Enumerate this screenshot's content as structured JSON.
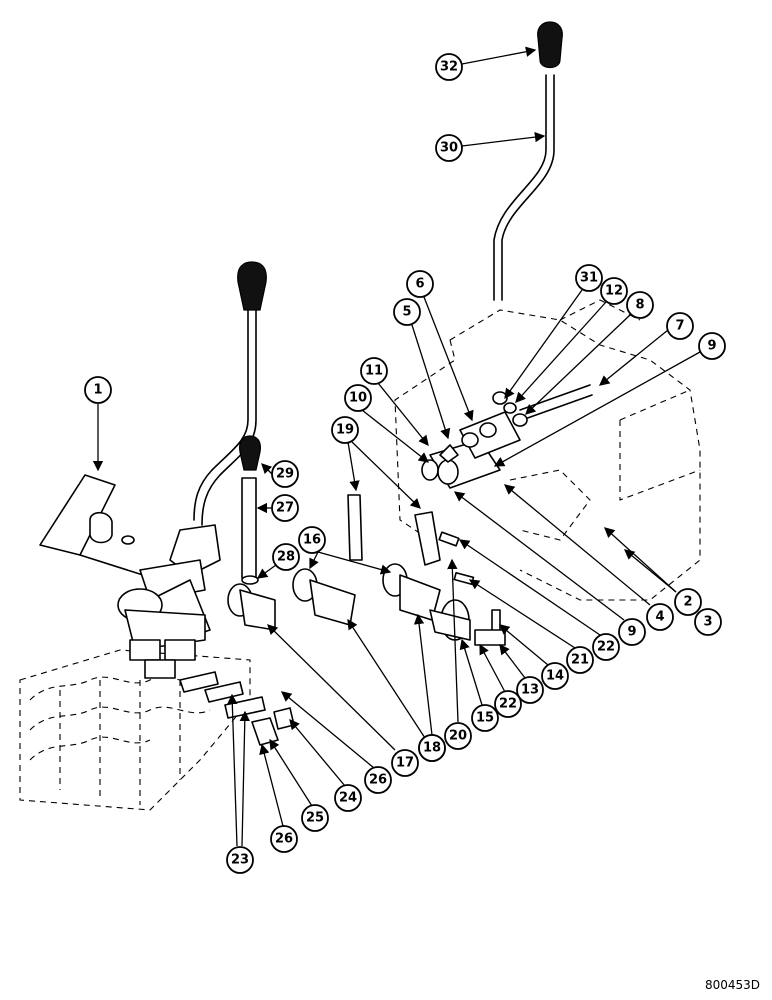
{
  "drawing_code": "800453D",
  "callouts": [
    "1",
    "2",
    "3",
    "4",
    "5",
    "6",
    "7",
    "8",
    "9",
    "9",
    "10",
    "11",
    "12",
    "13",
    "14",
    "15",
    "16",
    "17",
    "18",
    "18",
    "19",
    "20",
    "21",
    "22",
    "22",
    "23",
    "24",
    "25",
    "26",
    "26",
    "27",
    "28",
    "29",
    "30",
    "31",
    "32"
  ]
}
